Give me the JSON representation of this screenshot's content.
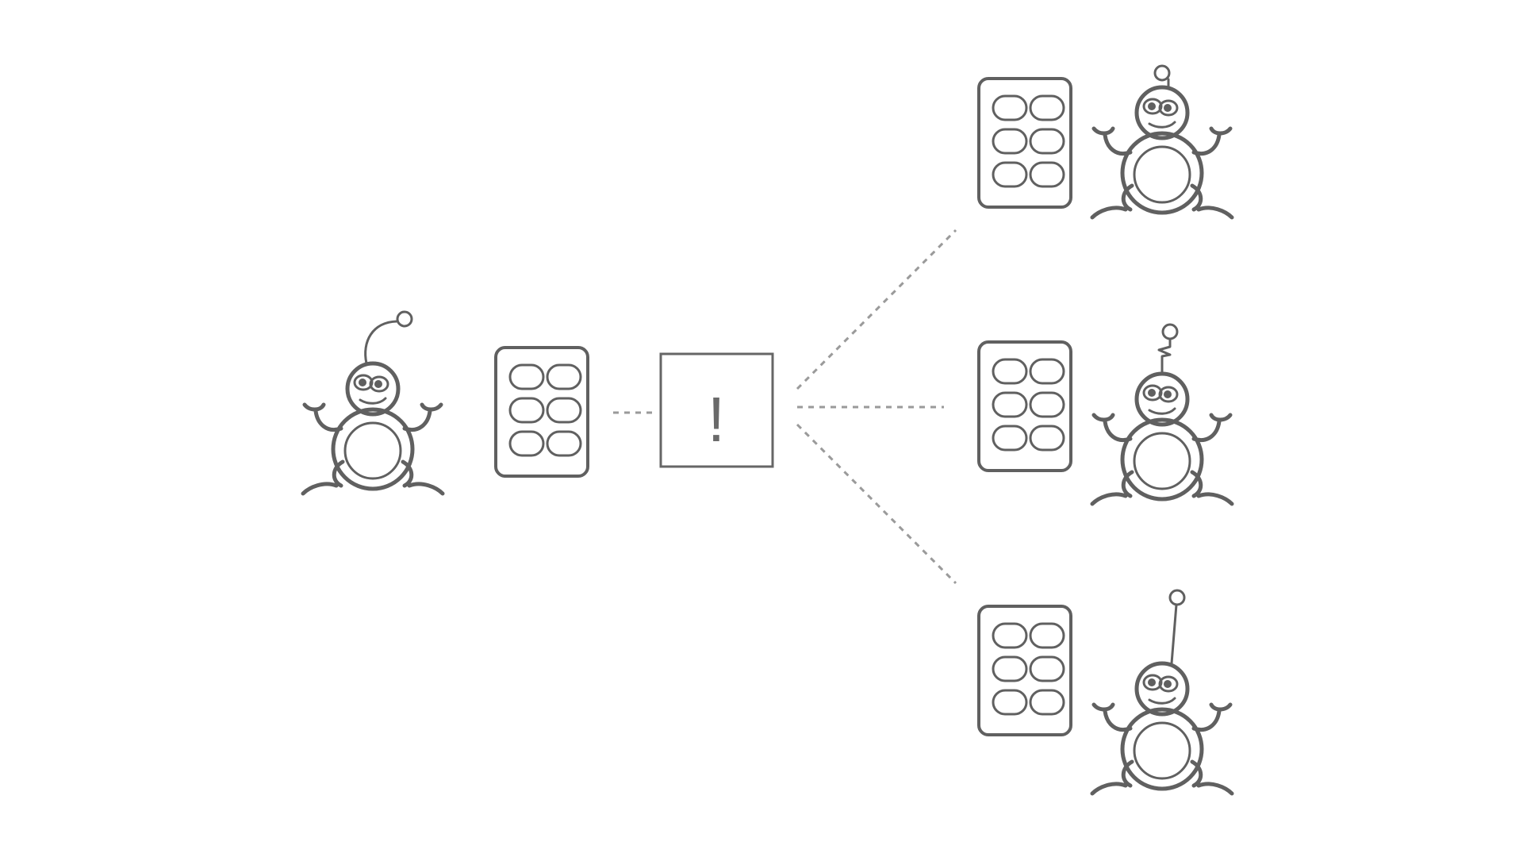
{
  "diagram": {
    "stroke_color": "#606060",
    "connector_color": "#9a9a9a",
    "background": "#ffffff",
    "event_box": {
      "symbol": "!"
    },
    "source": {
      "antenna": "curved",
      "icon": "robot-icon",
      "gene_card_icon": "gene-card-icon"
    },
    "variants": [
      {
        "antenna": "short",
        "icon": "robot-icon",
        "gene_card_icon": "gene-card-icon"
      },
      {
        "antenna": "zigzag",
        "icon": "robot-icon",
        "gene_card_icon": "gene-card-icon"
      },
      {
        "antenna": "long",
        "icon": "robot-icon",
        "gene_card_icon": "gene-card-icon"
      }
    ]
  }
}
